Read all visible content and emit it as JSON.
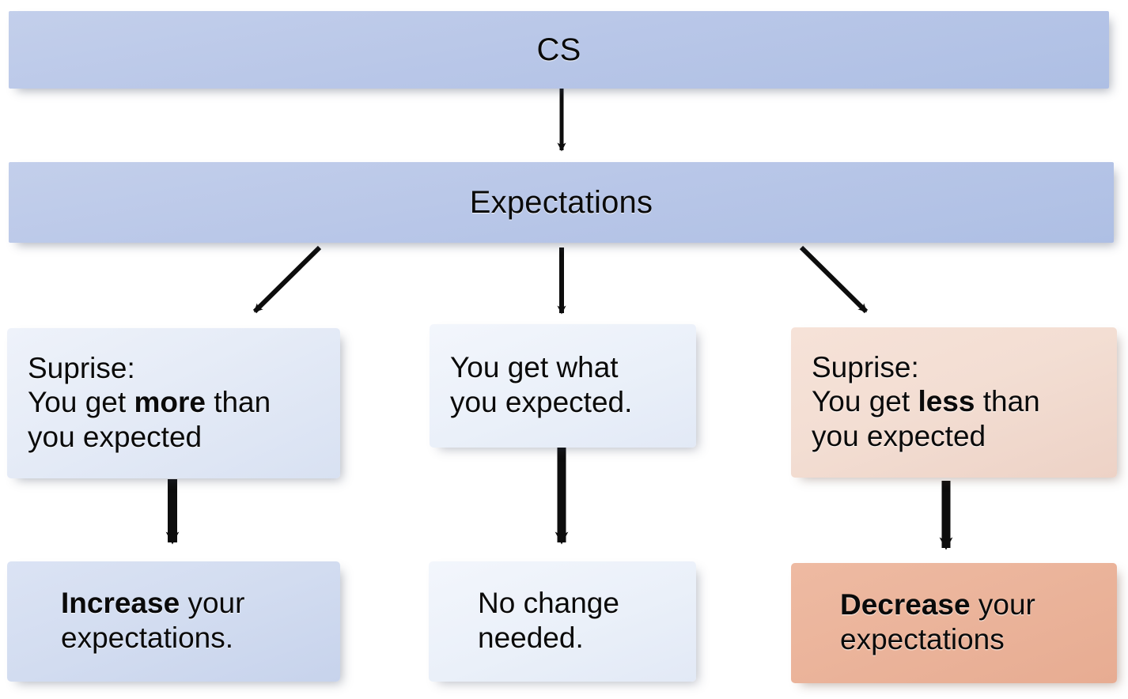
{
  "diagram": {
    "title": "CS expectation-update flowchart",
    "colors": {
      "banner_blue": "#b9c7e8",
      "card_blue_pale": "#e6ecf7",
      "card_blue_white": "#eaf0f9",
      "card_blue_mid": "#d2dcf0",
      "card_peach_light": "#f3ded3",
      "card_peach_deep": "#ebb49b",
      "arrow_black": "#0d0d0d",
      "text_black": "#0a0a0a",
      "background": "#ffffff"
    },
    "nodes": {
      "cs": {
        "label": "CS"
      },
      "expectations": {
        "label": "Expectations"
      },
      "branch_more": {
        "line1": "Suprise:",
        "line2_pre": "You get ",
        "line2_bold": "more",
        "line2_post": " than",
        "line3": "you expected"
      },
      "branch_same": {
        "line1": "You get what",
        "line2": "you expected."
      },
      "branch_less": {
        "line1": "Suprise:",
        "line2_pre": "You get ",
        "line2_bold": "less",
        "line2_post": " than",
        "line3": "you expected"
      },
      "outcome_increase": {
        "line1_bold": "Increase",
        "line1_post": " your",
        "line2": "expectations."
      },
      "outcome_nochange": {
        "line1": "No change",
        "line2": "needed."
      },
      "outcome_decrease": {
        "line1_bold": "Decrease",
        "line1_post": " your",
        "line2": "expectations"
      }
    },
    "arrows": [
      {
        "name": "cs-to-expectations",
        "from": "cs",
        "to": "expectations",
        "direction": "down"
      },
      {
        "name": "expectations-to-more",
        "from": "expectations",
        "to": "branch_more",
        "direction": "down-left"
      },
      {
        "name": "expectations-to-same",
        "from": "expectations",
        "to": "branch_same",
        "direction": "down"
      },
      {
        "name": "expectations-to-less",
        "from": "expectations",
        "to": "branch_less",
        "direction": "down-right"
      },
      {
        "name": "more-to-increase",
        "from": "branch_more",
        "to": "outcome_increase",
        "direction": "down"
      },
      {
        "name": "same-to-nochange",
        "from": "branch_same",
        "to": "outcome_nochange",
        "direction": "down"
      },
      {
        "name": "less-to-decrease",
        "from": "branch_less",
        "to": "outcome_decrease",
        "direction": "down"
      }
    ]
  }
}
